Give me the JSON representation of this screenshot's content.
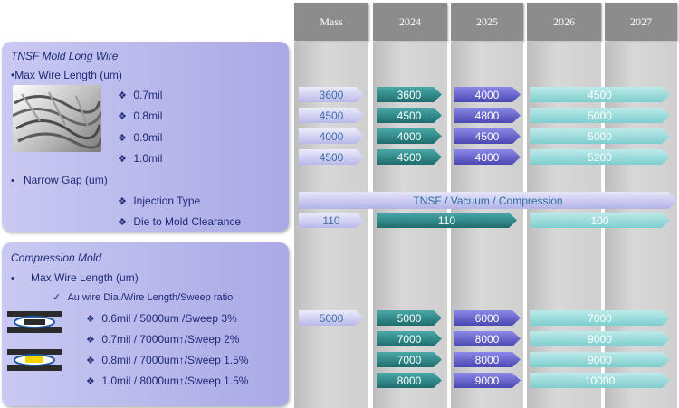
{
  "columns": [
    "Mass",
    "2024",
    "2025",
    "2026",
    "2027"
  ],
  "tnsf": {
    "title": "TNSF Mold Long Wire",
    "max_wire": "•Max Wire Length (um)",
    "rows": [
      {
        "label": "0.7mil",
        "mass": "3600",
        "y2024": "3600",
        "y2025": "4000",
        "y2026": "4500"
      },
      {
        "label": "0.8mil",
        "mass": "4500",
        "y2024": "4500",
        "y2025": "4800",
        "y2026": "5000"
      },
      {
        "label": "0.9mil",
        "mass": "4000",
        "y2024": "4000",
        "y2025": "4500",
        "y2026": "5000"
      },
      {
        "label": "1.0mil",
        "mass": "4500",
        "y2024": "4500",
        "y2025": "4800",
        "y2026": "5200"
      }
    ],
    "narrow_gap": "Narrow Gap (um)",
    "injection_label": "Injection Type",
    "injection_value": "TNSF / Vacuum / Compression",
    "clearance_label": "Die to Mold Clearance",
    "clearance_mass": "110",
    "clearance_2024": "110",
    "clearance_2026": "100"
  },
  "compression": {
    "title": "Compression Mold",
    "max_wire": "Max Wire Length (um)",
    "sub": "Au wire Dia./Wire Length/Sweep ratio",
    "rows": [
      {
        "label": "0.6mil / 5000um  /Sweep 3%",
        "mass": "5000",
        "y2024": "5000",
        "y2025": "6000",
        "y2026": "7000"
      },
      {
        "label": "0.7mil / 7000um↑/Sweep 2%",
        "mass": "",
        "y2024": "7000",
        "y2025": "8000",
        "y2026": "9000"
      },
      {
        "label": "0.8mil / 7000um↑/Sweep 1.5%",
        "mass": "",
        "y2024": "7000",
        "y2025": "8000",
        "y2026": "9000"
      },
      {
        "label": "1.0mil / 8000um↑/Sweep 1.5%",
        "mass": "",
        "y2024": "8000",
        "y2025": "9000",
        "y2026": "10000"
      }
    ]
  },
  "colors": {
    "mass": "#c4c4f0",
    "y2024": "#2e8585",
    "y2025": "#6462cc",
    "y2026": "#9bdcdc",
    "panel": "#b4b4ec",
    "text": "#1f2a78"
  }
}
